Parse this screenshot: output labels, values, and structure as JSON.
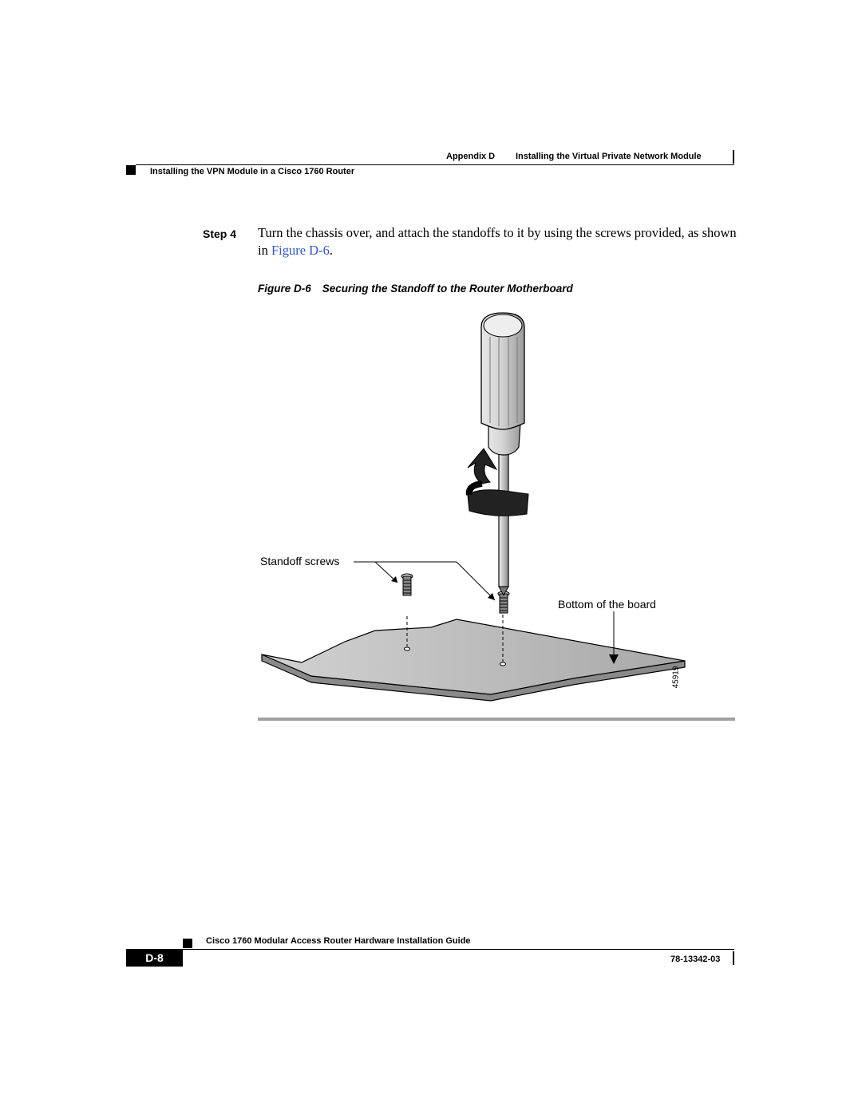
{
  "header": {
    "appendix": "Appendix D",
    "chapter_title": "Installing the Virtual Private Network Module",
    "section_title": "Installing the VPN Module in a Cisco 1760 Router"
  },
  "step": {
    "label": "Step 4",
    "text_before_link": "Turn the chassis over, and attach the standoffs to it by using the screws provided, as shown in ",
    "link_text": "Figure D-6",
    "text_after_link": "."
  },
  "figure": {
    "number": "Figure D-6",
    "title": "Securing the Standoff to the Router Motherboard",
    "callouts": {
      "standoff_screws": "Standoff screws",
      "bottom_of_board": "Bottom of the board"
    },
    "art_id": "45919"
  },
  "footer": {
    "guide_title": "Cisco 1760 Modular Access Router Hardware Installation Guide",
    "page_number": "D-8",
    "doc_number": "78-13342-03"
  },
  "colors": {
    "link": "#3355cc",
    "board_fill": "#c8c8c8",
    "rule_gray": "#a0a0a0"
  }
}
